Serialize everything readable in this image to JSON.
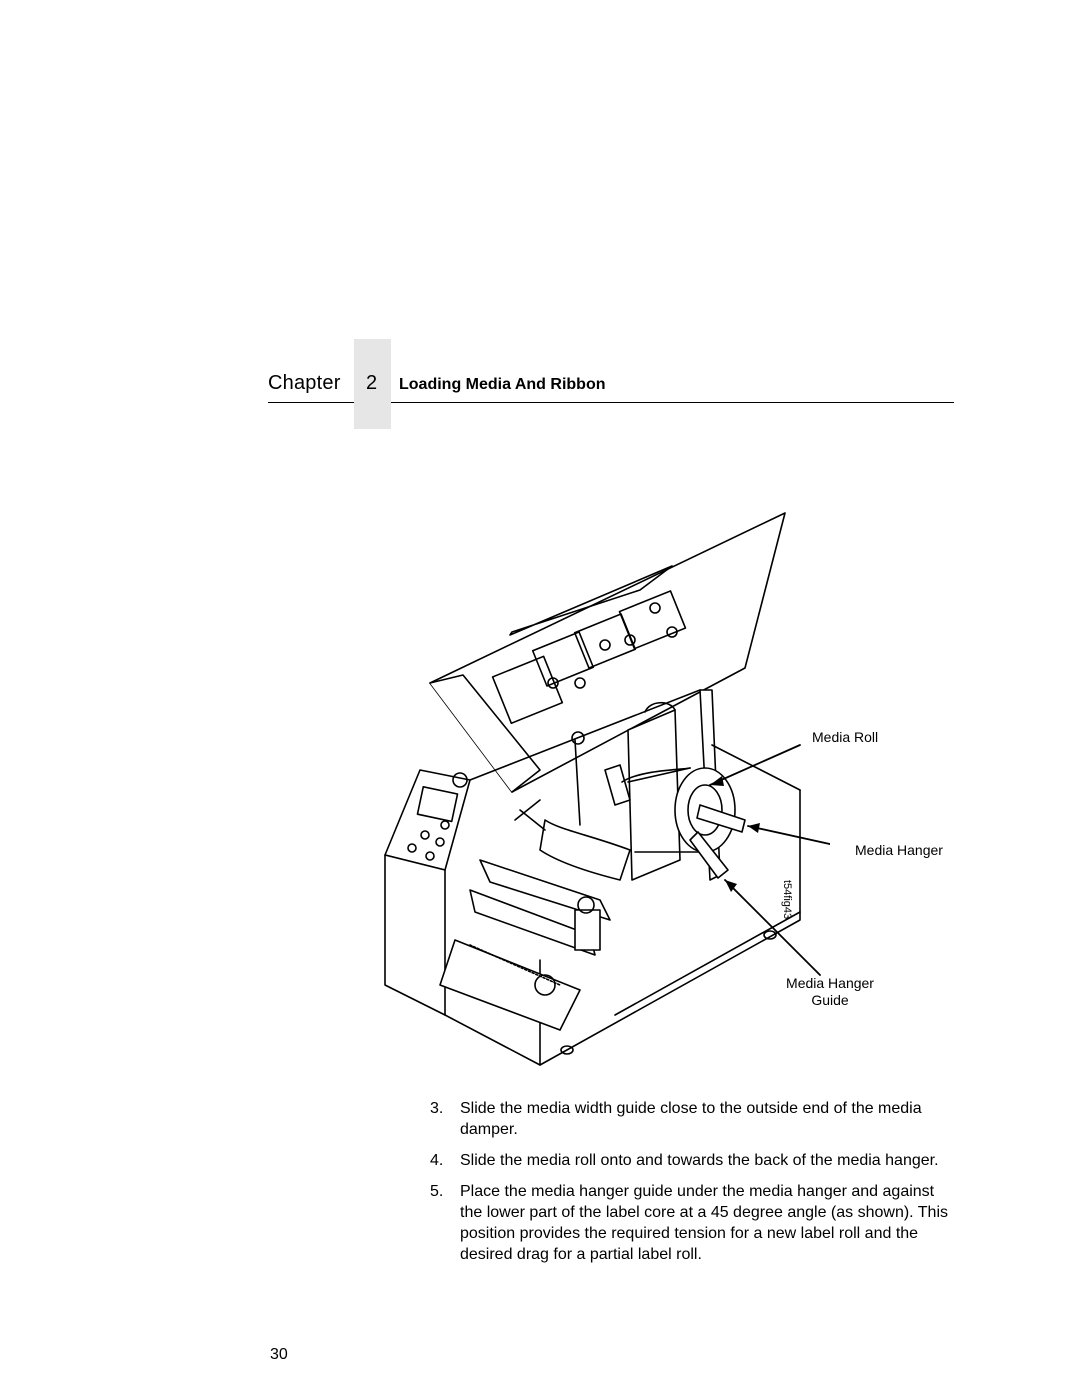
{
  "header": {
    "chapter_word": "Chapter",
    "chapter_number": "2",
    "section_title": "Loading Media And Ribbon"
  },
  "figure": {
    "callouts": {
      "media_roll": "Media Roll",
      "media_hanger": "Media Hanger",
      "media_hanger_guide_line1": "Media Hanger",
      "media_hanger_guide_line2": "Guide"
    },
    "figure_id": "t54fig43"
  },
  "steps": [
    {
      "num": "3.",
      "text": "Slide the media width guide close to the outside end of the media damper."
    },
    {
      "num": "4.",
      "text": "Slide the media roll onto and towards the back of the media hanger."
    },
    {
      "num": "5.",
      "text": "Place the media hanger guide under the media hanger and against the lower part of the label core at a 45 degree angle (as shown). This position provides the required tension for a new label roll and the desired drag for a partial label roll."
    }
  ],
  "footer": {
    "page_number": "30"
  }
}
